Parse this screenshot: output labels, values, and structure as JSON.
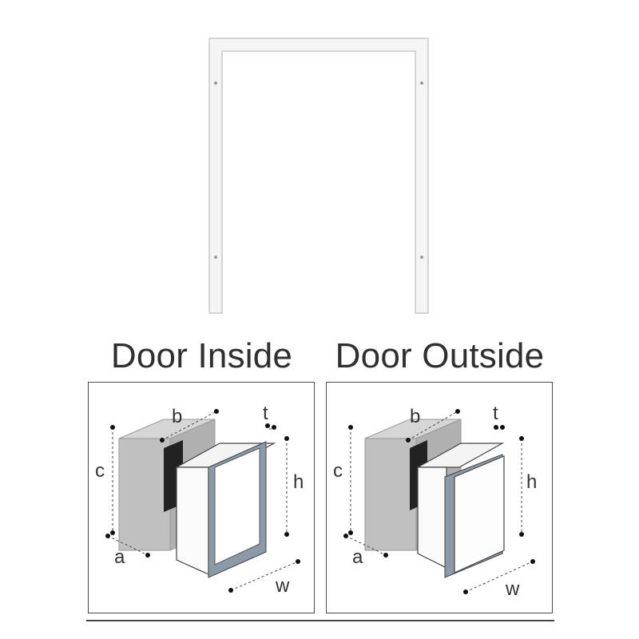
{
  "panels": [
    {
      "title": "Door Inside",
      "labels": {
        "a": "a",
        "b": "b",
        "c": "c",
        "t": "t",
        "h": "h",
        "w": "w"
      }
    },
    {
      "title": "Door Outside",
      "labels": {
        "a": "a",
        "b": "b",
        "c": "c",
        "t": "t",
        "h": "h",
        "w": "w"
      }
    }
  ],
  "colors": {
    "frame": "#d8d8d8",
    "cabinet_side": "#bdbdbd",
    "cabinet_top": "#d6d6d6",
    "cavity": "#222222",
    "door_frame": "#8c9aa8",
    "line": "#333333"
  }
}
